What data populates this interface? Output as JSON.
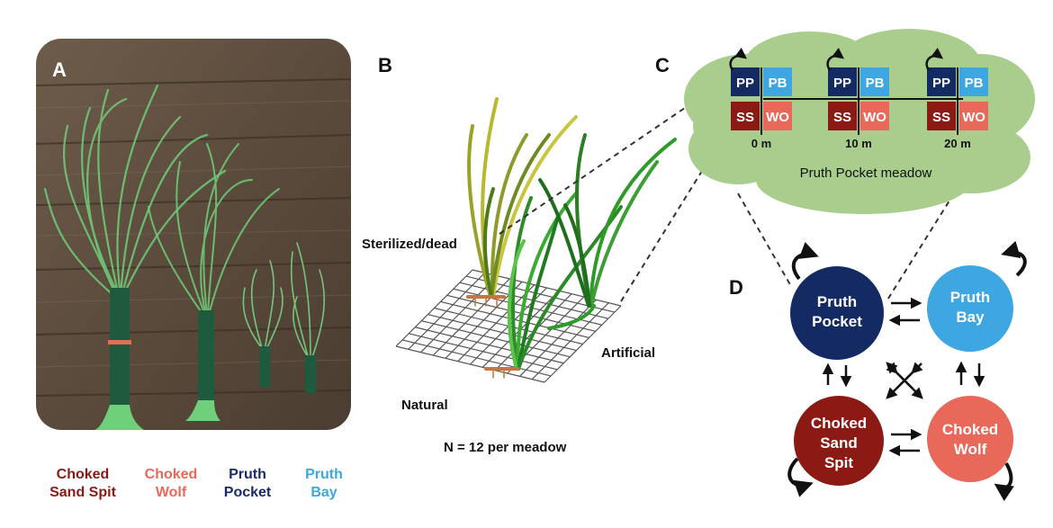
{
  "panels": {
    "a": "A",
    "b": "B",
    "c": "C",
    "d": "D"
  },
  "photo": {
    "bundle_labels": [
      {
        "line1": "Choked",
        "line2": "Sand Spit",
        "color": "#8B1A14"
      },
      {
        "line1": "Choked",
        "line2": "Wolf",
        "color": "#E8685A"
      },
      {
        "line1": "Pruth",
        "line2": "Pocket",
        "color": "#1B2A6B"
      },
      {
        "line1": "Pruth",
        "line2": "Bay",
        "color": "#3DA8E0"
      }
    ]
  },
  "plot": {
    "label_sterilized": "Sterilized/dead",
    "label_artificial": "Artificial",
    "label_natural": "Natural",
    "sample_size": "N = 12 per meadow"
  },
  "meadow": {
    "name": "Pruth Pocket meadow",
    "tags": {
      "pp": "PP",
      "pb": "PB",
      "ss": "SS",
      "wo": "WO"
    },
    "distances": [
      "0 m",
      "10 m",
      "20 m"
    ],
    "colors": {
      "pp": "#142A63",
      "pb": "#3EA6E0",
      "ss": "#8B1A14",
      "wo": "#E8685A",
      "cloud": "#A9CD8C"
    }
  },
  "network": {
    "nodes": [
      {
        "line1": "Pruth",
        "line2": "Pocket",
        "line3": "",
        "color": "#142A63"
      },
      {
        "line1": "Pruth",
        "line2": "Bay",
        "line3": "",
        "color": "#3EA6E0"
      },
      {
        "line1": "Choked",
        "line2": "Sand",
        "line3": "Spit",
        "color": "#8B1A14"
      },
      {
        "line1": "Choked",
        "line2": "Wolf",
        "line3": "",
        "color": "#E8685A"
      }
    ]
  }
}
